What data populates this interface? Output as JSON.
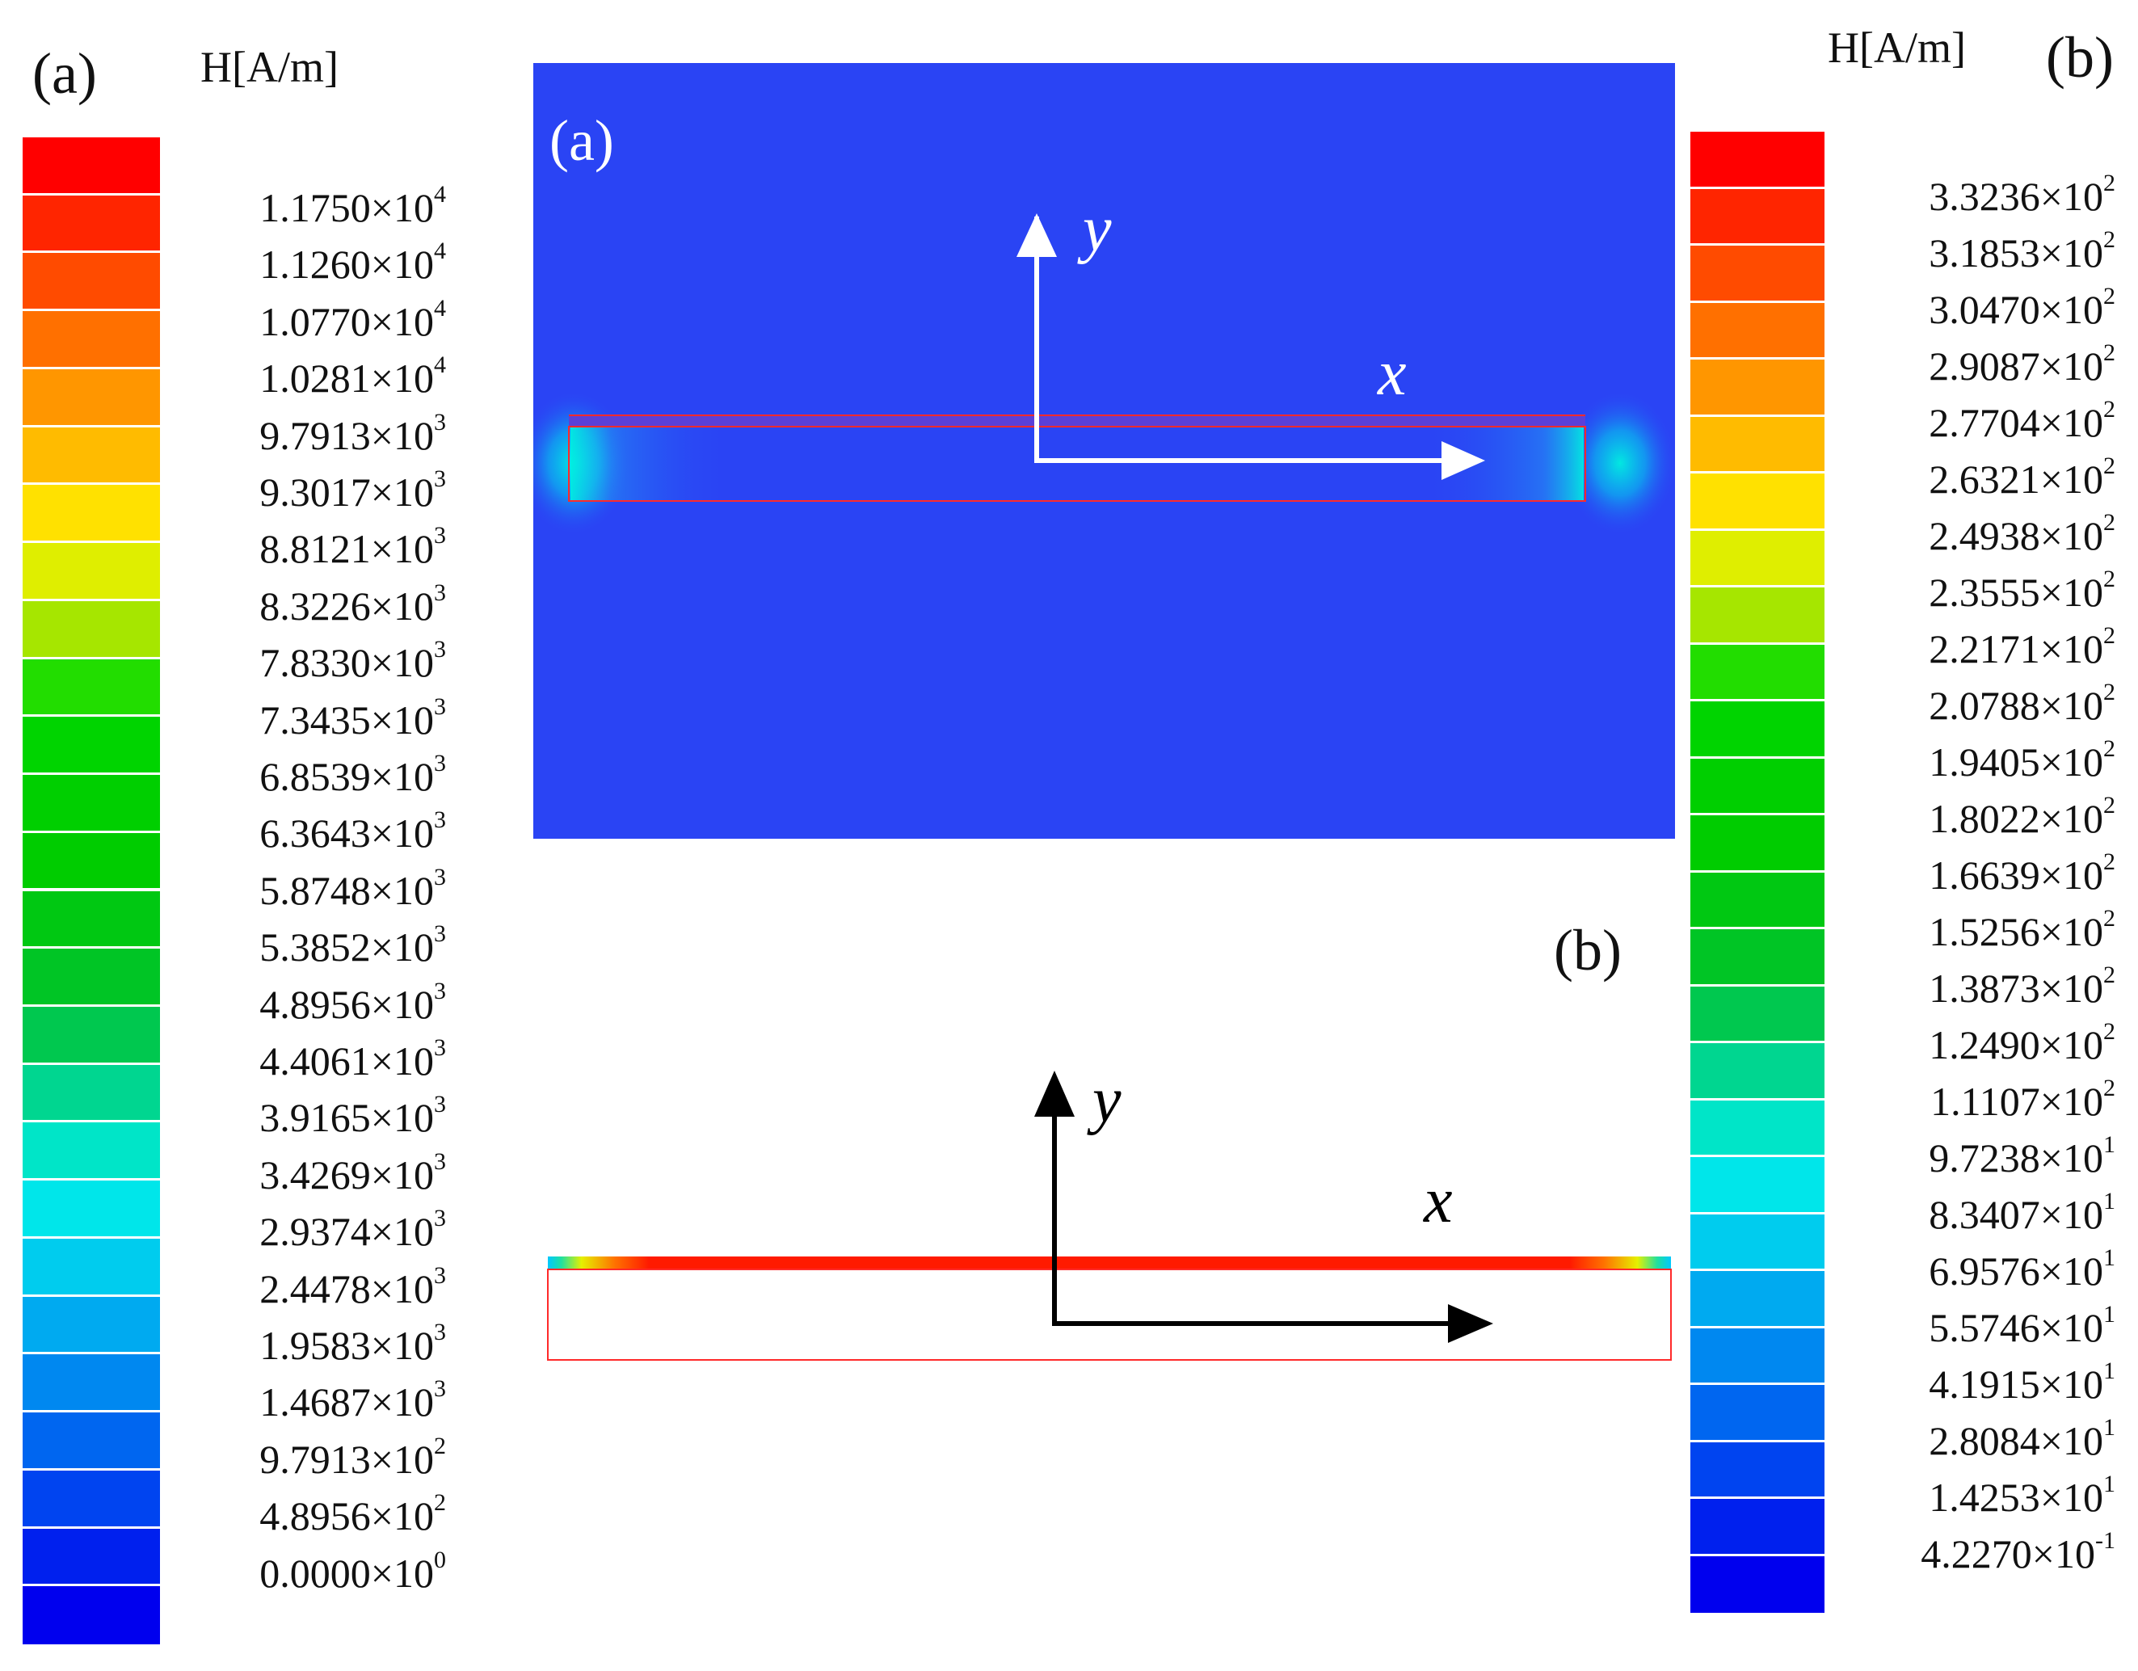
{
  "left_legend": {
    "panel_label": "(a)",
    "unit": "H[A/m]",
    "colors": [
      "#ff0000",
      "#ff2500",
      "#ff4b00",
      "#ff7000",
      "#ff9600",
      "#ffbb00",
      "#ffe100",
      "#dfee00",
      "#a6e600",
      "#22dd00",
      "#00d400",
      "#00cf00",
      "#00cc00",
      "#00c812",
      "#00c525",
      "#00c84f",
      "#00d690",
      "#00e5c8",
      "#00e6ea",
      "#00ccee",
      "#00aaf0",
      "#0088f0",
      "#0066f0",
      "#0044f0",
      "#0020ee",
      "#0000ee"
    ],
    "ticks": [
      {
        "m": "1.1750×10",
        "e": "4"
      },
      {
        "m": "1.1260×10",
        "e": "4"
      },
      {
        "m": "1.0770×10",
        "e": "4"
      },
      {
        "m": "1.0281×10",
        "e": "4"
      },
      {
        "m": "9.7913×10",
        "e": "3"
      },
      {
        "m": "9.3017×10",
        "e": "3"
      },
      {
        "m": "8.8121×10",
        "e": "3"
      },
      {
        "m": "8.3226×10",
        "e": "3"
      },
      {
        "m": "7.8330×10",
        "e": "3"
      },
      {
        "m": "7.3435×10",
        "e": "3"
      },
      {
        "m": "6.8539×10",
        "e": "3"
      },
      {
        "m": "6.3643×10",
        "e": "3"
      },
      {
        "m": "5.8748×10",
        "e": "3"
      },
      {
        "m": "5.3852×10",
        "e": "3"
      },
      {
        "m": "4.8956×10",
        "e": "3"
      },
      {
        "m": "4.4061×10",
        "e": "3"
      },
      {
        "m": "3.9165×10",
        "e": "3"
      },
      {
        "m": "3.4269×10",
        "e": "3"
      },
      {
        "m": "2.9374×10",
        "e": "3"
      },
      {
        "m": "2.4478×10",
        "e": "3"
      },
      {
        "m": "1.9583×10",
        "e": "3"
      },
      {
        "m": "1.4687×10",
        "e": "3"
      },
      {
        "m": "9.7913×10",
        "e": "2"
      },
      {
        "m": "4.8956×10",
        "e": "2"
      },
      {
        "m": "0.0000×10",
        "e": "0"
      }
    ]
  },
  "right_legend": {
    "panel_label": "(b)",
    "unit": "H[A/m]",
    "colors": [
      "#ff0000",
      "#ff2500",
      "#ff4b00",
      "#ff7000",
      "#ff9600",
      "#ffbb00",
      "#ffe100",
      "#dfee00",
      "#a6e600",
      "#22dd00",
      "#00d400",
      "#00cf00",
      "#00cc00",
      "#00c812",
      "#00c525",
      "#00c84f",
      "#00d690",
      "#00e5c8",
      "#00e6ea",
      "#00ccee",
      "#00aaf0",
      "#0088f0",
      "#0066f0",
      "#0044f0",
      "#0020ee",
      "#0000ee"
    ],
    "ticks": [
      {
        "m": "3.3236×10",
        "e": "2"
      },
      {
        "m": "3.1853×10",
        "e": "2"
      },
      {
        "m": "3.0470×10",
        "e": "2"
      },
      {
        "m": "2.9087×10",
        "e": "2"
      },
      {
        "m": "2.7704×10",
        "e": "2"
      },
      {
        "m": "2.6321×10",
        "e": "2"
      },
      {
        "m": "2.4938×10",
        "e": "2"
      },
      {
        "m": "2.3555×10",
        "e": "2"
      },
      {
        "m": "2.2171×10",
        "e": "2"
      },
      {
        "m": "2.0788×10",
        "e": "2"
      },
      {
        "m": "1.9405×10",
        "e": "2"
      },
      {
        "m": "1.8022×10",
        "e": "2"
      },
      {
        "m": "1.6639×10",
        "e": "2"
      },
      {
        "m": "1.5256×10",
        "e": "2"
      },
      {
        "m": "1.3873×10",
        "e": "2"
      },
      {
        "m": "1.2490×10",
        "e": "2"
      },
      {
        "m": "1.1107×10",
        "e": "2"
      },
      {
        "m": "9.7238×10",
        "e": "1"
      },
      {
        "m": "8.3407×10",
        "e": "1"
      },
      {
        "m": "6.9576×10",
        "e": "1"
      },
      {
        "m": "5.5746×10",
        "e": "1"
      },
      {
        "m": "4.1915×10",
        "e": "1"
      },
      {
        "m": "2.8084×10",
        "e": "1"
      },
      {
        "m": "1.4253×10",
        "e": "1"
      },
      {
        "m": "4.2270×10",
        "e": "-1"
      }
    ]
  },
  "plot_a": {
    "label": "(a)",
    "x_axis": "x",
    "y_axis": "y",
    "background_color": "#2a44f4",
    "outline_color": "#ff2a2a",
    "glow_color": "#00f0e0"
  },
  "plot_b": {
    "label": "(b)",
    "x_axis": "x",
    "y_axis": "y",
    "strip_color": "#ff1a00",
    "outline_color": "#ff2a2a"
  }
}
